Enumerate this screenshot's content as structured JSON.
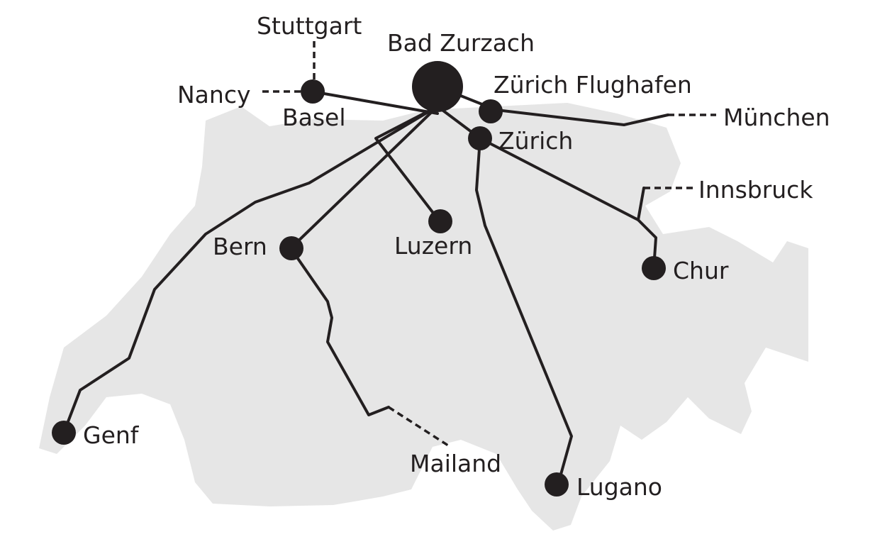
{
  "colors": {
    "country_fill": "#e6e6e6",
    "line": "#231f20",
    "background": "#ffffff"
  },
  "hub": {
    "label": "Bad Zurzach"
  },
  "stations": {
    "basel": "Basel",
    "zurich_airport": "Zürich Flughafen",
    "zurich": "Zürich",
    "bern": "Bern",
    "luzern": "Luzern",
    "chur": "Chur",
    "genf": "Genf",
    "lugano": "Lugano"
  },
  "external_connections": {
    "stuttgart": "Stuttgart",
    "nancy": "Nancy",
    "muenchen": "München",
    "innsbruck": "Innsbruck",
    "mailand": "Mailand"
  }
}
